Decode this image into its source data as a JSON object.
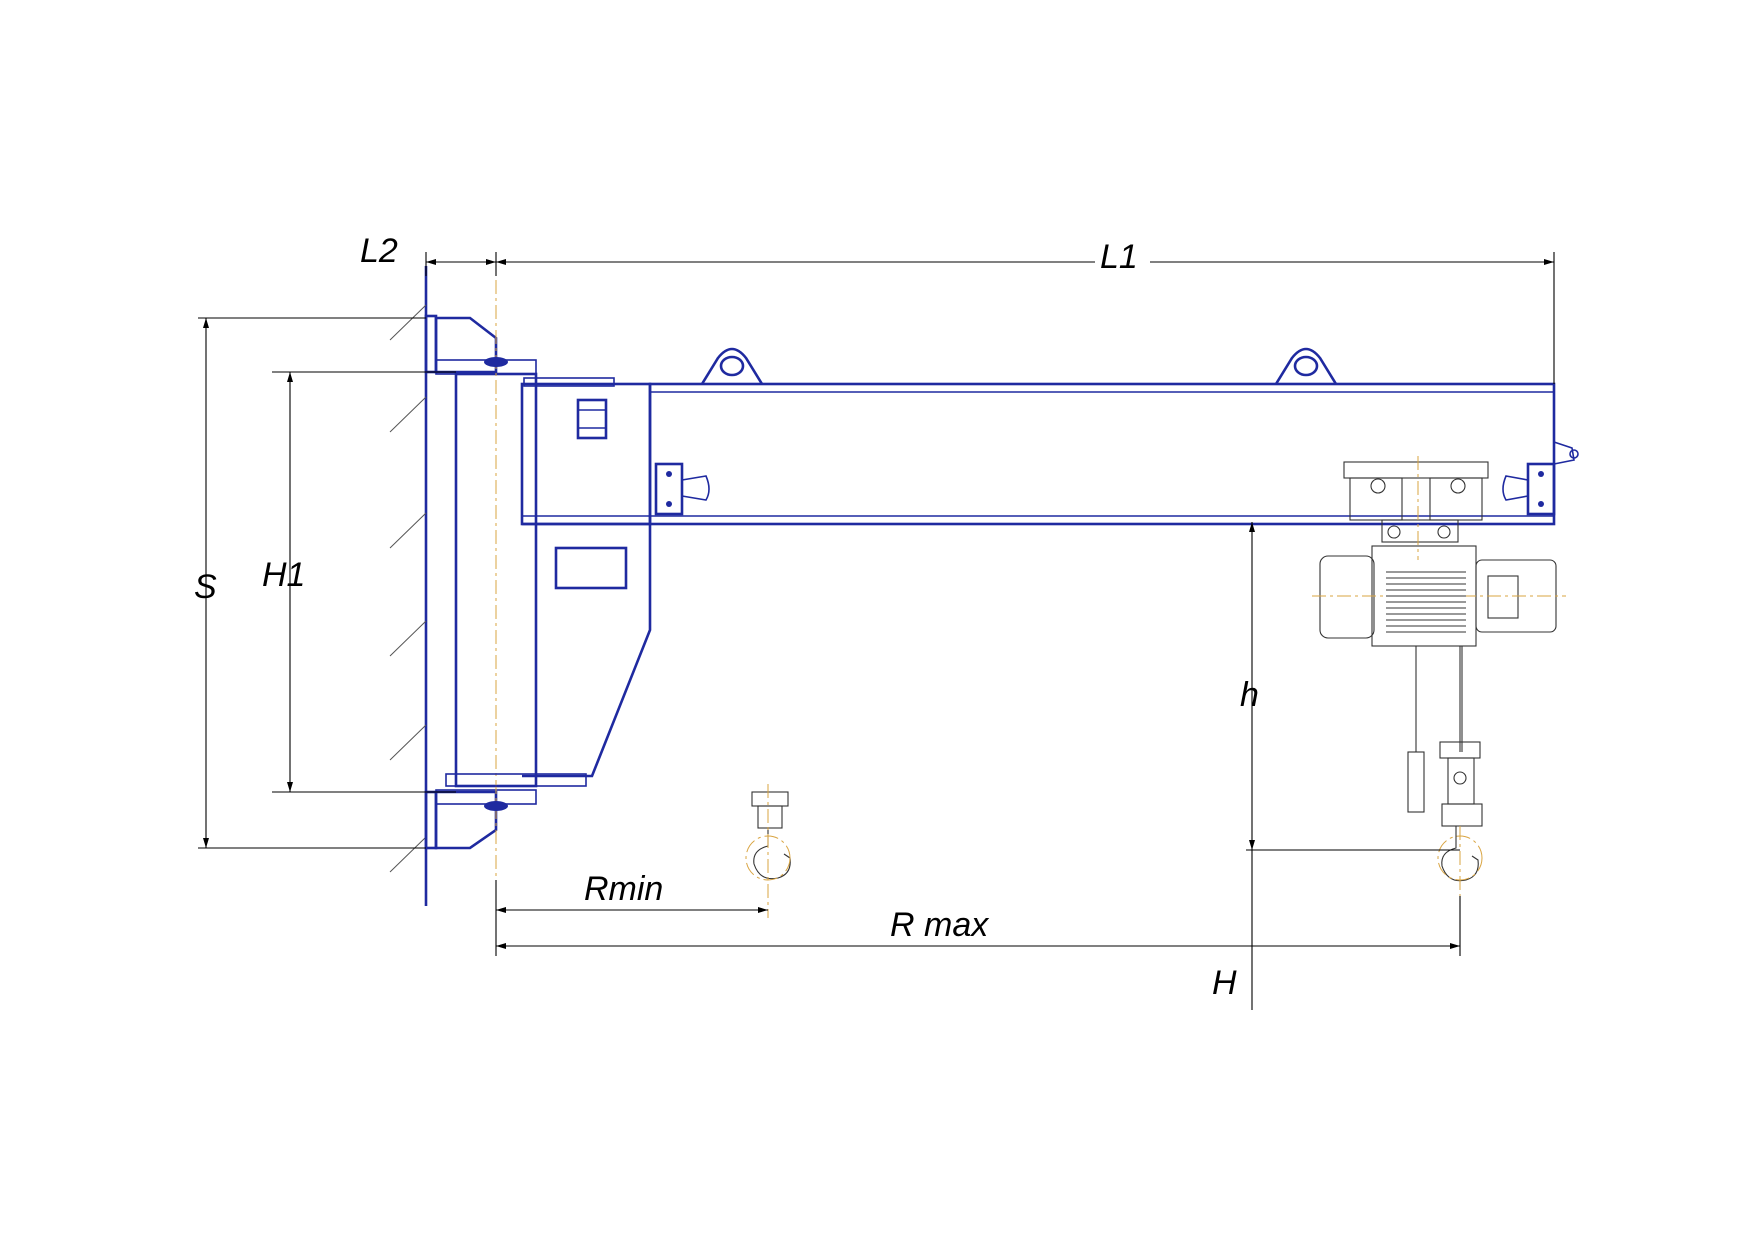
{
  "labels": {
    "L2": "L2",
    "L1": "L1",
    "S": "S",
    "H1": "H1",
    "h": "h",
    "Rmin": "Rmin",
    "Rmax": "R max",
    "H": "H"
  },
  "colors": {
    "structure": "#1f2aa0",
    "dimension": "#000000",
    "centerline": "#d9a441"
  }
}
